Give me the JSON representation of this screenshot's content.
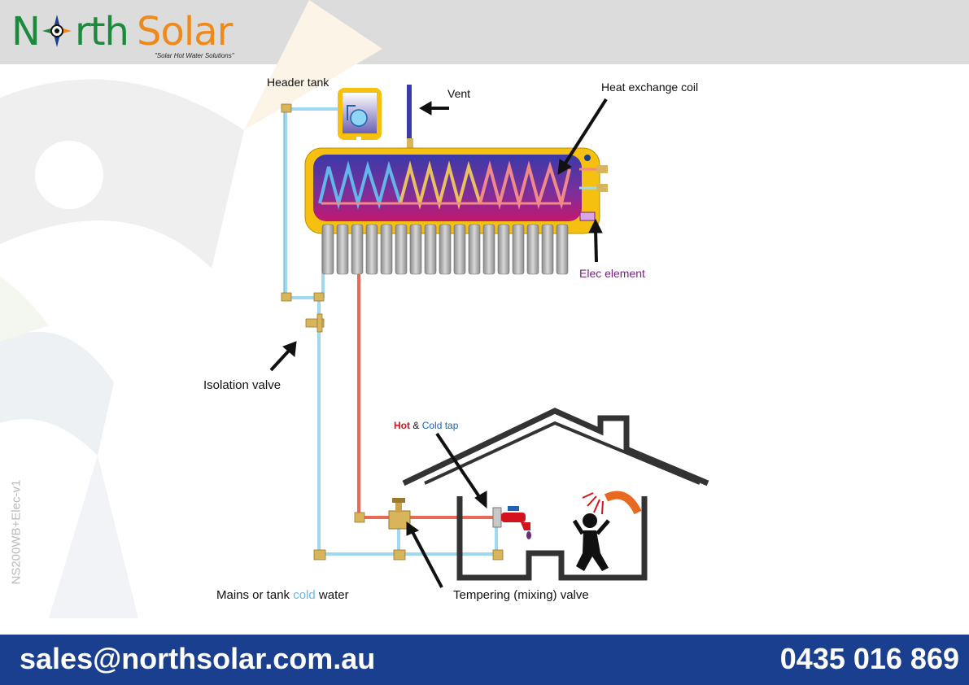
{
  "brand": {
    "name_part1_first": "N",
    "name_part1_rest": "rth",
    "name_part2": "Solar",
    "tagline": "\"Solar Hot Water Solutions\"",
    "color_green": "#1c8a3c",
    "color_orange": "#ef8a1a"
  },
  "labels": {
    "header_tank": "Header tank",
    "vent": "Vent",
    "heat_exchange_coil": "Heat exchange coil",
    "elec_element": "Elec element",
    "isolation_valve": "Isolation valve",
    "hot_word": "Hot",
    "amp": "&",
    "cold_tap": "Cold tap",
    "mains_prefix": "Mains or tank ",
    "mains_cold": "cold",
    "mains_suffix": " water",
    "tempering_valve": "Tempering (mixing) valve"
  },
  "doc_code": "NS200WB+Elec-v1",
  "footer": {
    "email": "sales@northsolar.com.au",
    "phone": "0435 016 869",
    "bar_color": "#1b3f8f"
  },
  "colors": {
    "hot_pipe": "#e86a52",
    "cold_pipe": "#9fd8ef",
    "tank_frame": "#f5c010",
    "elec_label": "#7a1e84",
    "hot_label": "#d4141c",
    "cold_label": "#1e63b4"
  }
}
